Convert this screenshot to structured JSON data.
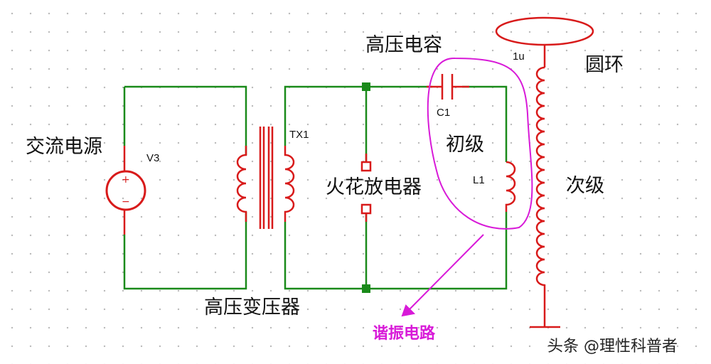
{
  "labels": {
    "ac_source": "交流电源",
    "v3": "V3",
    "tx1": "TX1",
    "spark_gap": "火花放电器",
    "hv_capacitor": "高压电容",
    "c1": "C1",
    "primary": "初级",
    "l1": "L1",
    "one_u": "1u",
    "toroid": "圆环",
    "secondary": "次级",
    "hv_transformer": "高压变压器",
    "resonant_circuit": "谐振电路"
  },
  "watermark": "头条 @理性科普者",
  "colors": {
    "wire": "#1a8a1a",
    "component": "#d81a1a",
    "annotation": "#d81ad8"
  }
}
